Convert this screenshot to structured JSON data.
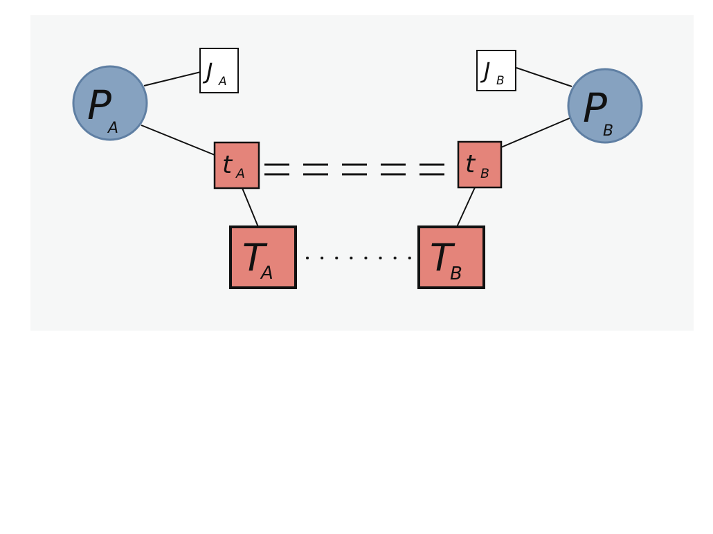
{
  "diagram": {
    "nodes": {
      "pa": {
        "main": "P",
        "sub": "A",
        "kind": "circle"
      },
      "pb": {
        "main": "P",
        "sub": "B",
        "kind": "circle"
      },
      "ja": {
        "main": "J",
        "sub": "A",
        "kind": "box-white"
      },
      "jb": {
        "main": "J",
        "sub": "B",
        "kind": "box-white"
      },
      "ta_small": {
        "main": "t",
        "sub": "A",
        "kind": "box-red"
      },
      "tb_small": {
        "main": "t",
        "sub": "B",
        "kind": "box-red"
      },
      "ta_big": {
        "main": "T",
        "sub": "A",
        "kind": "box-red-thick"
      },
      "tb_big": {
        "main": "T",
        "sub": "B",
        "kind": "box-red-thick"
      }
    },
    "edges": [
      {
        "from": "pa",
        "to": "ja",
        "style": "solid"
      },
      {
        "from": "pa",
        "to": "ta_small",
        "style": "solid"
      },
      {
        "from": "pb",
        "to": "jb",
        "style": "solid"
      },
      {
        "from": "pb",
        "to": "tb_small",
        "style": "solid"
      },
      {
        "from": "ta_small",
        "to": "ta_big",
        "style": "solid"
      },
      {
        "from": "tb_small",
        "to": "tb_big",
        "style": "solid"
      },
      {
        "from": "ta_small",
        "to": "tb_small",
        "style": "double-dashed"
      },
      {
        "from": "ta_big",
        "to": "tb_big",
        "style": "dotted"
      }
    ],
    "colors": {
      "circle_fill": "#86a2c0",
      "circle_stroke": "#5f7fa3",
      "red_fill": "#e4847a",
      "white_fill": "#ffffff",
      "ink": "#111111",
      "panel": "#f6f7f7"
    }
  }
}
